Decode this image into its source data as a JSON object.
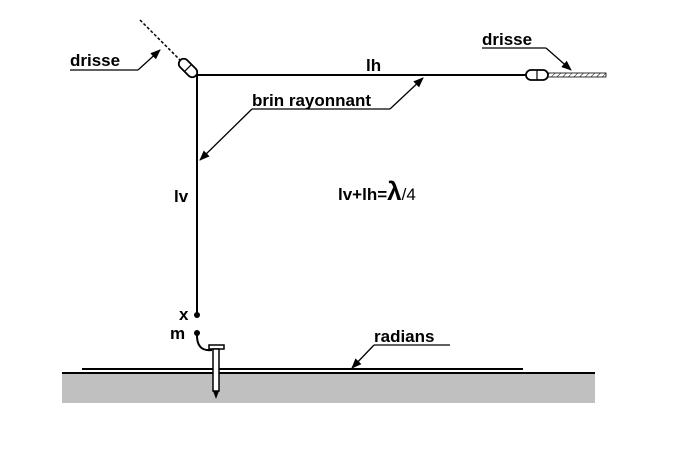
{
  "labels": {
    "drisse_left": "drisse",
    "drisse_right": "drisse",
    "lh": "lh",
    "lv": "lv",
    "brin": "brin rayonnant",
    "formula_prefix": "lv+lh=",
    "formula_lambda": "λ",
    "formula_suffix": "/4",
    "x": "x",
    "m": "m",
    "radians": "radians"
  },
  "colors": {
    "line": "#000000",
    "ground": "#c0c0c0",
    "background": "#ffffff"
  }
}
